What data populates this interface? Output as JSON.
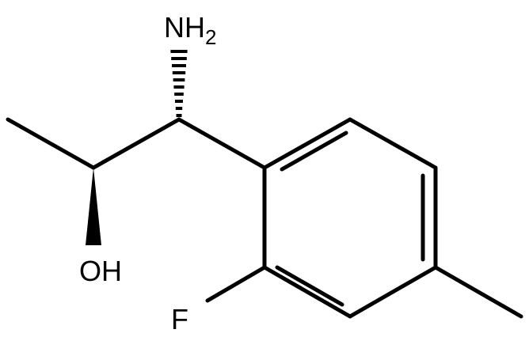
{
  "molecule": {
    "labels": {
      "amine": {
        "element": "N",
        "hydrogen": "H",
        "count": "2"
      },
      "hydroxyl": "OH",
      "fluoro": "F"
    },
    "stereo": {
      "amine_bond": "hashed-wedge",
      "hydroxyl_bond": "solid-wedge"
    }
  }
}
